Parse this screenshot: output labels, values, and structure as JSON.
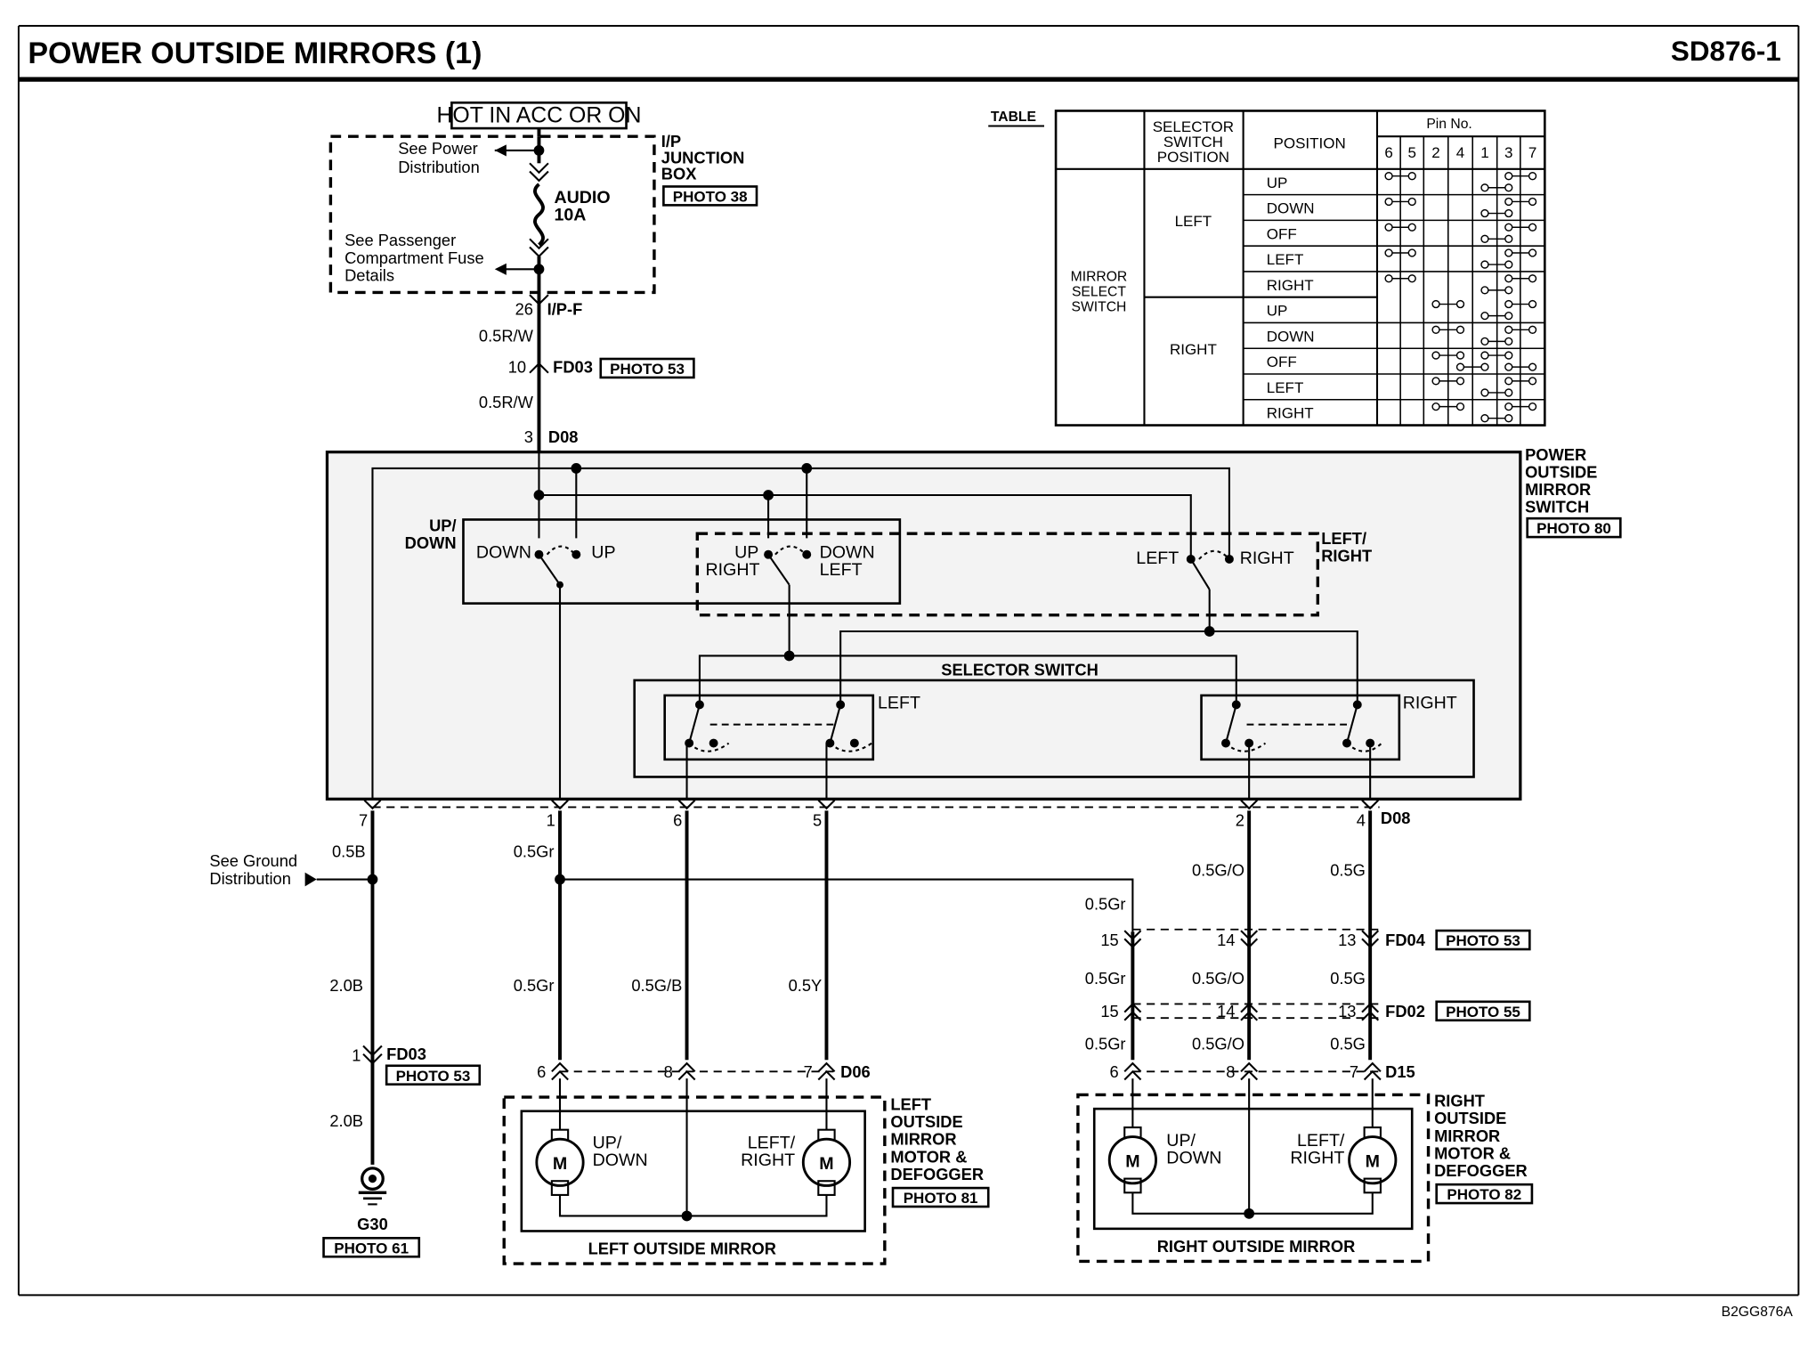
{
  "title": "POWER OUTSIDE MIRRORS (1)",
  "code": "SD876-1",
  "footer_code": "B2GG876A",
  "power_source": {
    "hot_label": "HOT IN ACC OR ON",
    "see_power": [
      "See Power",
      "Distribution"
    ],
    "fuse_name": "AUDIO",
    "fuse_rating": "10A",
    "see_fuse": [
      "See Passenger",
      "Compartment Fuse",
      "Details"
    ],
    "junction": [
      "I/P",
      "JUNCTION",
      "BOX"
    ],
    "junction_photo": "PHOTO 38"
  },
  "connectors": {
    "ipf_pin": "26",
    "ipf": "I/P-F",
    "fd03_pin": "10",
    "fd03": "FD03",
    "fd03_photo": "PHOTO 53",
    "d08_pin": "3",
    "d08": "D08",
    "d08_right": "D08",
    "fd04": "FD04",
    "fd04_photo": "PHOTO 53",
    "fd02": "FD02",
    "fd02_photo": "PHOTO 55",
    "d06": "D06",
    "d15": "D15",
    "fd03_ground": "FD03",
    "fd03_ground_pin": "1",
    "fd03_ground_photo": "PHOTO 53"
  },
  "wires": {
    "rw": "0.5R/W",
    "b05": "0.5B",
    "gr": "0.5Gr",
    "go": "0.5G/O",
    "g": "0.5G",
    "gb": "0.5G/B",
    "y": "0.5Y",
    "b20": "2.0B"
  },
  "switch_pins": [
    "7",
    "1",
    "6",
    "5",
    "2",
    "4"
  ],
  "pins_fd": [
    "15",
    "14",
    "13"
  ],
  "pins_mirror": [
    "6",
    "8",
    "7"
  ],
  "mirror_switch": {
    "label": [
      "POWER",
      "OUTSIDE",
      "MIRROR",
      "SWITCH"
    ],
    "photo": "PHOTO 80",
    "updown": [
      "UP/",
      "DOWN"
    ],
    "down": "DOWN",
    "up": "UP",
    "up2": "UP",
    "right2": "RIGHT",
    "down2": "DOWN",
    "left2": "LEFT",
    "leftright": [
      "LEFT/",
      "RIGHT"
    ],
    "left3": "LEFT",
    "right3": "RIGHT",
    "selector": "SELECTOR SWITCH",
    "sel_left": "LEFT",
    "sel_right": "RIGHT"
  },
  "ground": {
    "see_ground": [
      "See Ground",
      "Distribution"
    ],
    "name": "G30",
    "photo": "PHOTO 61"
  },
  "left_mirror": {
    "label": [
      "LEFT",
      "OUTSIDE",
      "MIRROR",
      "MOTOR &",
      "DEFOGGER"
    ],
    "photo": "PHOTO 81",
    "caption": "LEFT OUTSIDE MIRROR",
    "updown": [
      "UP/",
      "DOWN"
    ],
    "leftright": [
      "LEFT/",
      "RIGHT"
    ],
    "motor": "M"
  },
  "right_mirror": {
    "label": [
      "RIGHT",
      "OUTSIDE",
      "MIRROR",
      "MOTOR &",
      "DEFOGGER"
    ],
    "photo": "PHOTO 82",
    "caption": "RIGHT OUTSIDE MIRROR",
    "updown": [
      "UP/",
      "DOWN"
    ],
    "leftright": [
      "LEFT/",
      "RIGHT"
    ],
    "motor": "M"
  },
  "table": {
    "caption": "TABLE",
    "h_selector": [
      "SELECTOR",
      "SWITCH",
      "POSITION"
    ],
    "h_position": "POSITION",
    "h_pin": "Pin No.",
    "pins": [
      "6",
      "5",
      "2",
      "4",
      "1",
      "3",
      "7"
    ],
    "row_group": [
      "MIRROR",
      "SELECT",
      "SWITCH"
    ],
    "sel_left": "LEFT",
    "sel_right": "RIGHT",
    "positions": [
      "UP",
      "DOWN",
      "OFF",
      "LEFT",
      "RIGHT",
      "UP",
      "DOWN",
      "OFF",
      "LEFT",
      "RIGHT"
    ]
  }
}
